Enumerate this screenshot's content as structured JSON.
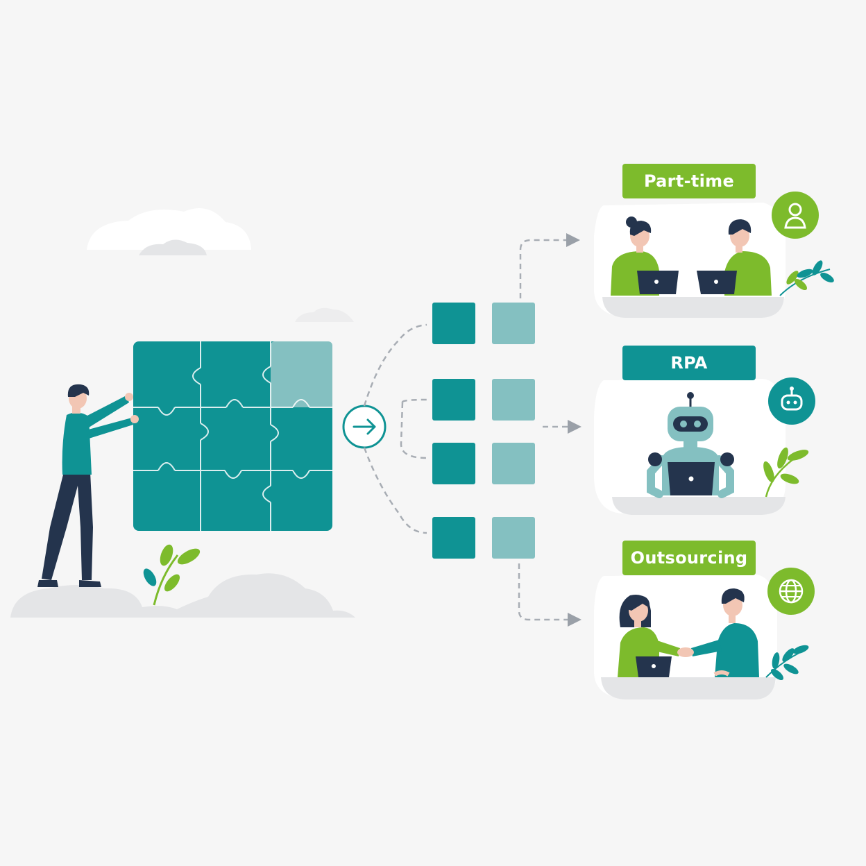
{
  "colors": {
    "background": "#f6f6f6",
    "teal": "#0f9394",
    "teal_light": "#84c0c1",
    "lime": "#7dbb2c",
    "navy": "#24344d",
    "cloud": "#e4e5e7"
  },
  "options": [
    {
      "label": "Part-time",
      "color": "#7dbb2c",
      "icon": "person-icon"
    },
    {
      "label": "RPA",
      "color": "#0f9394",
      "icon": "robot-icon"
    },
    {
      "label": "Outsourcing",
      "color": "#7dbb2c",
      "icon": "globe-icon"
    }
  ],
  "center_icon": "arrow-right-icon"
}
